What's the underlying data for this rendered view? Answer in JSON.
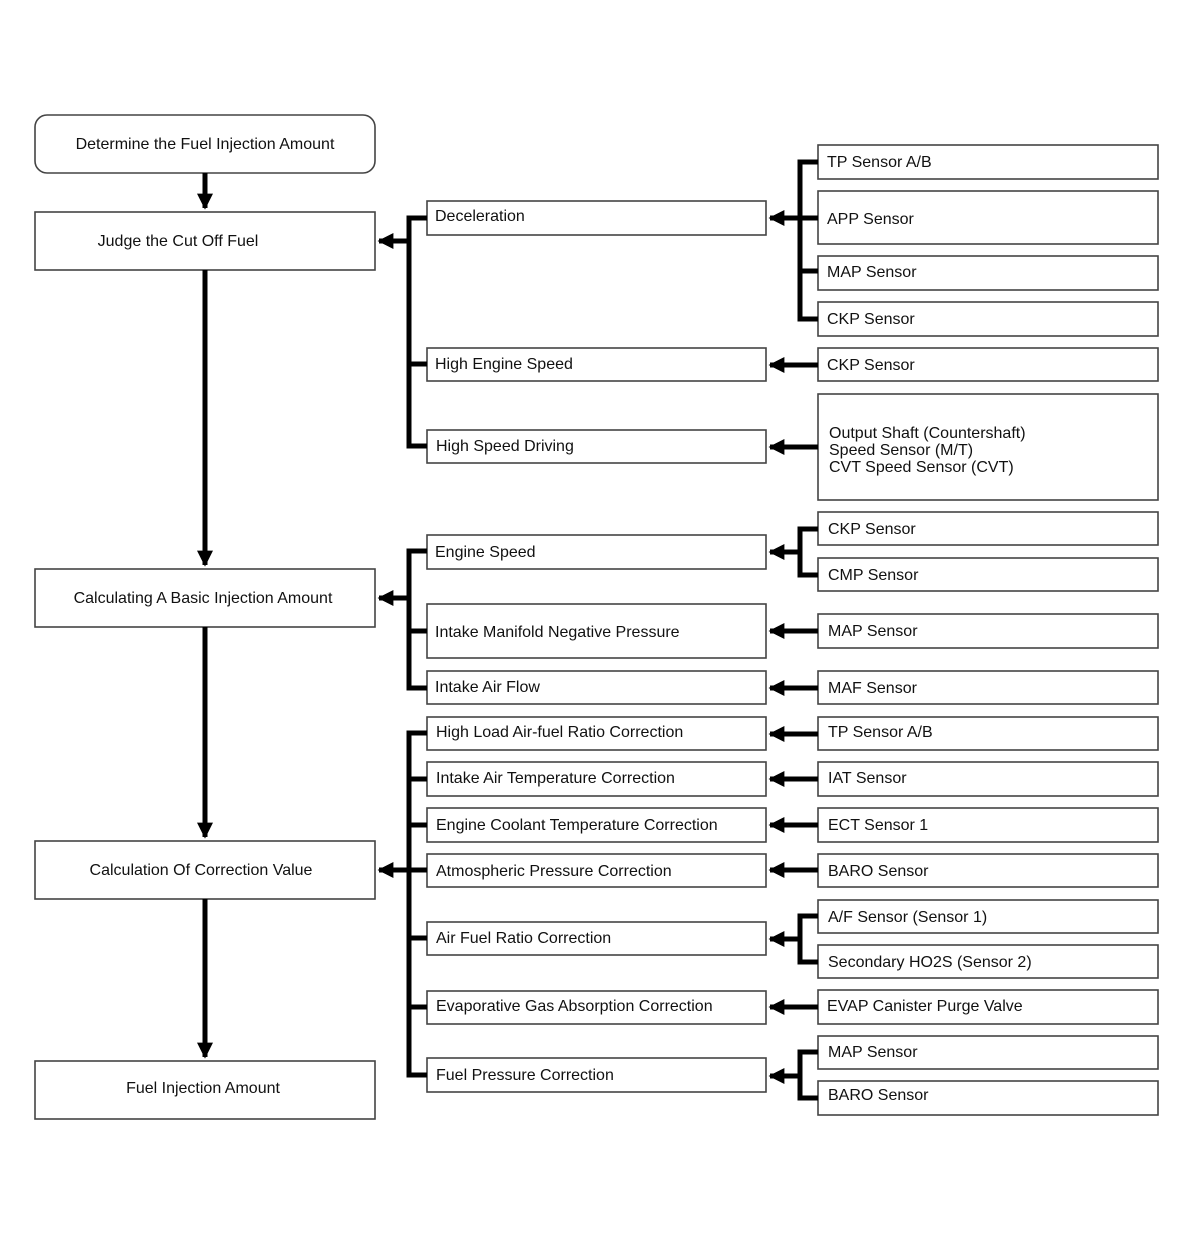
{
  "left_column": {
    "start": "Determine the Fuel Injection Amount",
    "judge_cut_off": "Judge the Cut Off Fuel",
    "basic_injection": "Calculating A Basic Injection Amount",
    "correction_value": "Calculation Of Correction Value",
    "result": "Fuel Injection Amount"
  },
  "cut_off_group": {
    "deceleration": {
      "label": "Deceleration",
      "sensors": [
        "TP Sensor A/B",
        "APP Sensor",
        "MAP Sensor",
        "CKP Sensor"
      ]
    },
    "high_engine_speed": {
      "label": "High Engine Speed",
      "sensors": [
        "CKP Sensor"
      ]
    },
    "high_speed_driving": {
      "label": "High Speed Driving",
      "sensor_lines": [
        "Output Shaft (Countershaft)",
        "Speed Sensor (M/T)",
        "CVT Speed Sensor (CVT)"
      ]
    }
  },
  "basic_group": {
    "engine_speed": {
      "label": "Engine Speed",
      "sensors": [
        "CKP Sensor",
        "CMP Sensor"
      ]
    },
    "intake_manifold": {
      "label": "Intake Manifold Negative Pressure",
      "sensors": [
        "MAP Sensor"
      ]
    },
    "intake_air_flow": {
      "label": "Intake Air Flow",
      "sensors": [
        "MAF Sensor"
      ]
    }
  },
  "correction_group": {
    "high_load": {
      "label": "High Load Air-fuel Ratio Correction",
      "sensors": [
        "TP Sensor A/B"
      ]
    },
    "intake_air_temp": {
      "label": "Intake Air Temperature Correction",
      "sensors": [
        "IAT Sensor"
      ]
    },
    "coolant_temp": {
      "label": "Engine Coolant Temperature Correction",
      "sensors": [
        "ECT Sensor 1"
      ]
    },
    "atmospheric": {
      "label": "Atmospheric Pressure Correction",
      "sensors": [
        "BARO Sensor"
      ]
    },
    "air_fuel_ratio": {
      "label": "Air Fuel Ratio Correction",
      "sensors": [
        "A/F Sensor (Sensor 1)",
        "Secondary HO2S (Sensor 2)"
      ]
    },
    "evaporative": {
      "label": "Evaporative Gas Absorption Correction",
      "sensors": [
        "EVAP Canister Purge Valve"
      ]
    },
    "fuel_pressure": {
      "label": "Fuel Pressure Correction",
      "sensors": [
        "MAP Sensor",
        "BARO Sensor"
      ]
    }
  }
}
